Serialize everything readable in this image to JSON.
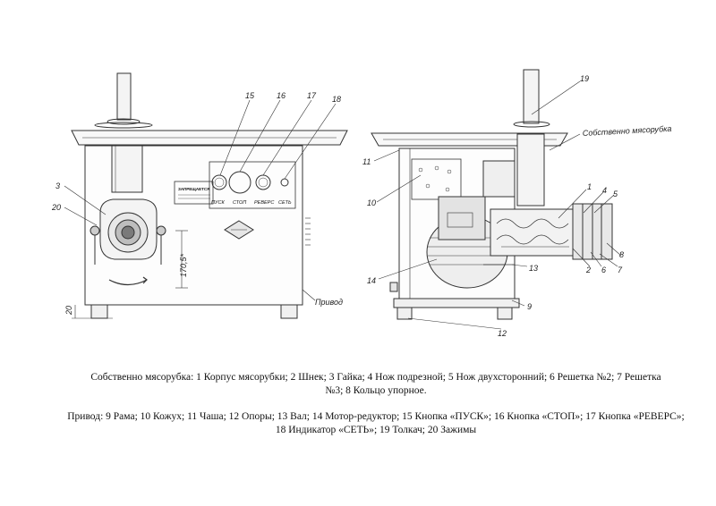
{
  "front_view": {
    "callouts": [
      "3",
      "20",
      "15",
      "16",
      "17",
      "18"
    ],
    "warning_title": "ЗАПРЕЩАЕТСЯ",
    "buttons": [
      "ПУСК",
      "СТОП",
      "РЕВЕРС",
      "СЕТЬ"
    ],
    "dimension_height": "170,5*",
    "dimension_base": "20"
  },
  "side_view": {
    "callouts": [
      "19",
      "11",
      "10",
      "14",
      "13",
      "1",
      "4",
      "5",
      "8",
      "2",
      "6",
      "7",
      "9",
      "12"
    ],
    "note_grinder": "Собственно мясорубка",
    "note_drive": "Привод"
  },
  "captions": {
    "grinder": "Собственно мясорубка: 1 Корпус мясорубки; 2 Шнек; 3 Гайка; 4 Нож подрезной; 5 Нож двухсторонний; 6 Решетка №2; 7 Решетка №3; 8 Кольцо упорное.",
    "drive": "Привод:  9 Рама; 10 Кожух; 11 Чаша; 12  Опоры;  13 Вал; 14 Мотор-редуктор; 15 Кнопка «ПУСК»; 16 Кнопка «СТОП»; 17 Кнопка «РЕВЕРС»; 18 Индикатор «СЕТЬ»; 19 Толкач; 20 Зажимы"
  }
}
